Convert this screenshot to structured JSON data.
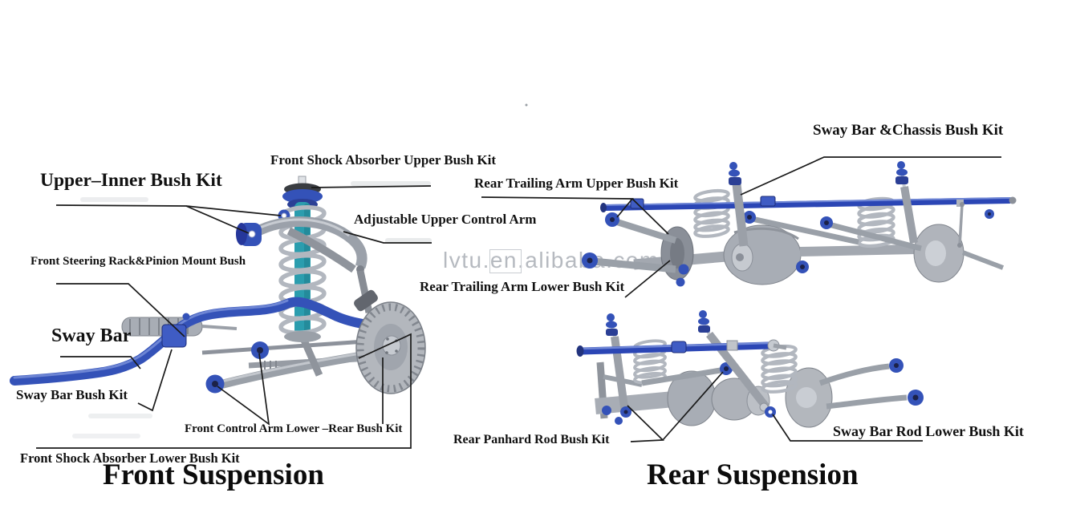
{
  "watermark": {
    "text": "lvtu.en.alibaba.com",
    "color": "#b6bac0"
  },
  "front": {
    "title": "Front Suspension",
    "labels": {
      "shock_upper": "Front Shock Absorber Upper Bush Kit",
      "upper_inner": "Upper–Inner Bush Kit",
      "adjustable_arm": "Adjustable Upper Control Arm",
      "steering_rack": "Front Steering Rack&Pinion Mount Bush",
      "sway_bar": "Sway Bar",
      "sway_bar_bush": "Sway Bar Bush Kit",
      "control_arm_lower_rear": "Front Control Arm Lower –Rear Bush Kit",
      "shock_lower": "Front Shock Absorber Lower Bush Kit"
    }
  },
  "rear": {
    "title": "Rear Suspension",
    "labels": {
      "sway_bar_chassis": "Sway Bar &Chassis Bush Kit",
      "trailing_arm_upper": "Rear Trailing Arm Upper Bush Kit",
      "trailing_arm_lower": "Rear Trailing Arm Lower Bush Kit",
      "panhard_rod": "Rear Panhard Rod Bush Kit",
      "sway_bar_rod_lower": "Sway Bar Rod Lower Bush Kit"
    }
  },
  "colors": {
    "bushing_blue": "#3452b8",
    "shock_teal": "#2b9dae",
    "metal_gray": "#a8adb5",
    "label_text": "#111111",
    "background": "#ffffff"
  }
}
